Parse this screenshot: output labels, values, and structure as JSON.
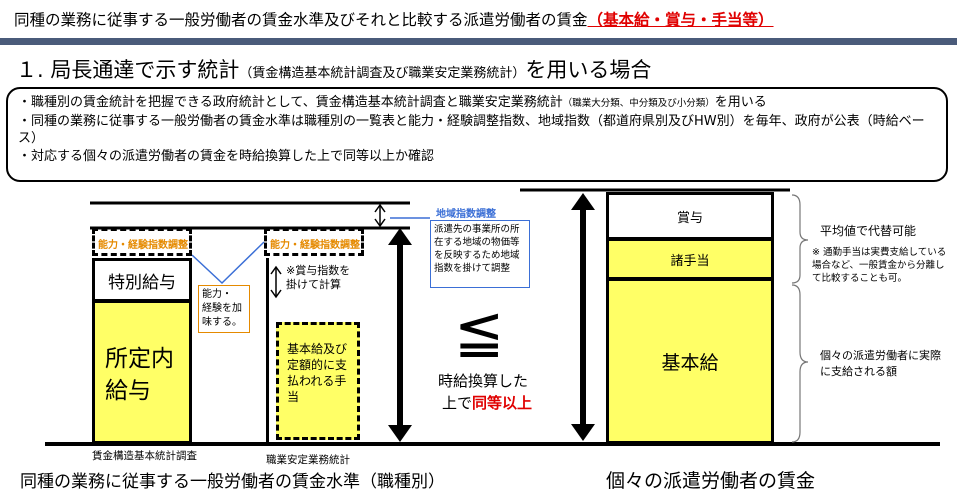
{
  "title": {
    "main": "同種の業務に従事する一般労働者の賃金水準及びそれと比較する派遣労働者の賃金",
    "highlight": "（基本給・賞与・手当等）"
  },
  "section": {
    "heading_main": "１. 局長通達で示す統計",
    "heading_small": "（賃金構造基本統計調査及び職業安定業務統計）",
    "heading_suffix": "を用いる場合"
  },
  "summary": {
    "line1_main": "・職種別の賃金統計を把握できる政府統計として、賃金構造基本統計調査と職業安定業務統計",
    "line1_small": "（職業大分類、中分類及び小分類）",
    "line1_end": "を用いる",
    "line2": "・同種の業務に従事する一般労働者の賃金水準は職種別の一覧表と能力・経験調整指数、地域指数（都道府県別及びHW別）を毎年、政府が公表（時給ベース）",
    "line3": "・対応する個々の派遣労働者の賃金を時給換算した上で同等以上か確認"
  },
  "left_diagram": {
    "adjust_label_1": "能力・経験指数調整",
    "adjust_label_2": "能力・経験指数調整",
    "special_pay": "特別給与",
    "scheduled_pay": "所定内\n給与",
    "ability_note": "能力・\n経験を加\n味する。",
    "bonus_note": "※賞与指数を\n掛けて計算",
    "basic_regular": "基本給及び\n定額的に支\n払われる手\n当",
    "region_title": "地域指数調整",
    "region_note": "派遣先の事業所の所在する地域の物価等を反映するため地域指数を掛けて調整",
    "source_1": "賃金構造基本統計調査",
    "source_2": "職業安定業務統計",
    "caption": "同種の業務に従事する一般労働者の賃金水準（職種別）"
  },
  "middle": {
    "symbol": "≦",
    "text_1": "時給換算した",
    "text_2": "上で",
    "text_highlight": "同等以上"
  },
  "right_diagram": {
    "bonus": "賞与",
    "allowances": "諸手当",
    "basic_pay": "基本給",
    "avg_note": "平均値で代替可能",
    "commute_note": "※ 通勤手当は実費支給している場合など、一般賃金から分離して比較することも可。",
    "actual_note": "個々の派遣労働者に実際に支給される額",
    "caption": "個々の派遣労働者の賃金"
  },
  "colors": {
    "yellow": "#ffff66",
    "highlight_red": "#e00000",
    "orange": "#e58a00",
    "blue": "#3b6fd6",
    "rule": "#4a5b7a"
  }
}
